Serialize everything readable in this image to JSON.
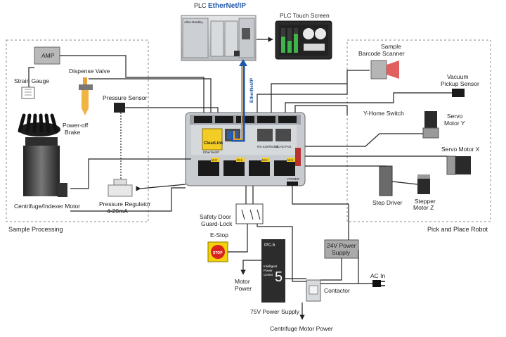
{
  "header": {
    "plc_label": "PLC",
    "ethernet_ip_logo": "EtherNet/IP",
    "rack_brand": "Allen-Bradley"
  },
  "touch_screen": {
    "label": "PLC Touch Screen"
  },
  "regions": {
    "left": "Sample Processing",
    "right": "Pick and Place Robot"
  },
  "left_devices": {
    "amp": "AMP",
    "strain_gauge": "Strain Gauge",
    "dispense_valve": "Dispense Valve",
    "pressure_sensor": "Pressure Sensor",
    "poweroff_brake_1": "Power-off",
    "poweroff_brake_2": "Brake",
    "motor": "Centrifuge/Indexer Motor",
    "regulator_1": "Pressure Regulator",
    "regulator_2": "4-20mA"
  },
  "controller": {
    "brand": "ClearLink",
    "eip_tag": "EtherNet/IP",
    "port_label_1": "RS-232/RS485",
    "port_label_2": "DCAD Port",
    "m_labels": [
      "M-0",
      "M-1",
      "M-2",
      "M-3"
    ],
    "power_label": "POWER",
    "vertical_tag": "EtherNet/IP"
  },
  "right_devices": {
    "scanner_1": "Sample",
    "scanner_2": "Barcode Scanner",
    "vacuum_1": "Vacuum",
    "vacuum_2": "Pickup Sensor",
    "home_switch": "Y-Home Switch",
    "servo_y_1": "Servo",
    "servo_y_2": "Motor Y",
    "servo_x": "Servo Motor X",
    "step_driver": "Step Driver",
    "stepper_1": "Stepper",
    "stepper_2": "Motor Z"
  },
  "bottom": {
    "safety_1": "Safety Door",
    "safety_2": "Guard-Lock",
    "estop_label": "E-Stop",
    "estop_text": "STOP",
    "motor_power_1": "Motor",
    "motor_power_2": "Power",
    "ipc_brand": "IPC-5",
    "ipc_text_1": "Intelligent",
    "ipc_text_2": "Power",
    "ipc_text_3": "Center",
    "ipc_number": "5",
    "ipc_label": "75V Power Supply",
    "centrifuge_power": "Centrifuge Motor Power",
    "ps24_1": "24V Power",
    "ps24_2": "Supply",
    "contactor": "Contactor",
    "ac_in": "AC In"
  },
  "colors": {
    "eip_blue": "#1f57a8",
    "eip_orange": "#f2a11f",
    "estop_yellow": "#f4d20a",
    "estop_red": "#d8241f",
    "clearlink_yellow": "#f3cd25"
  }
}
